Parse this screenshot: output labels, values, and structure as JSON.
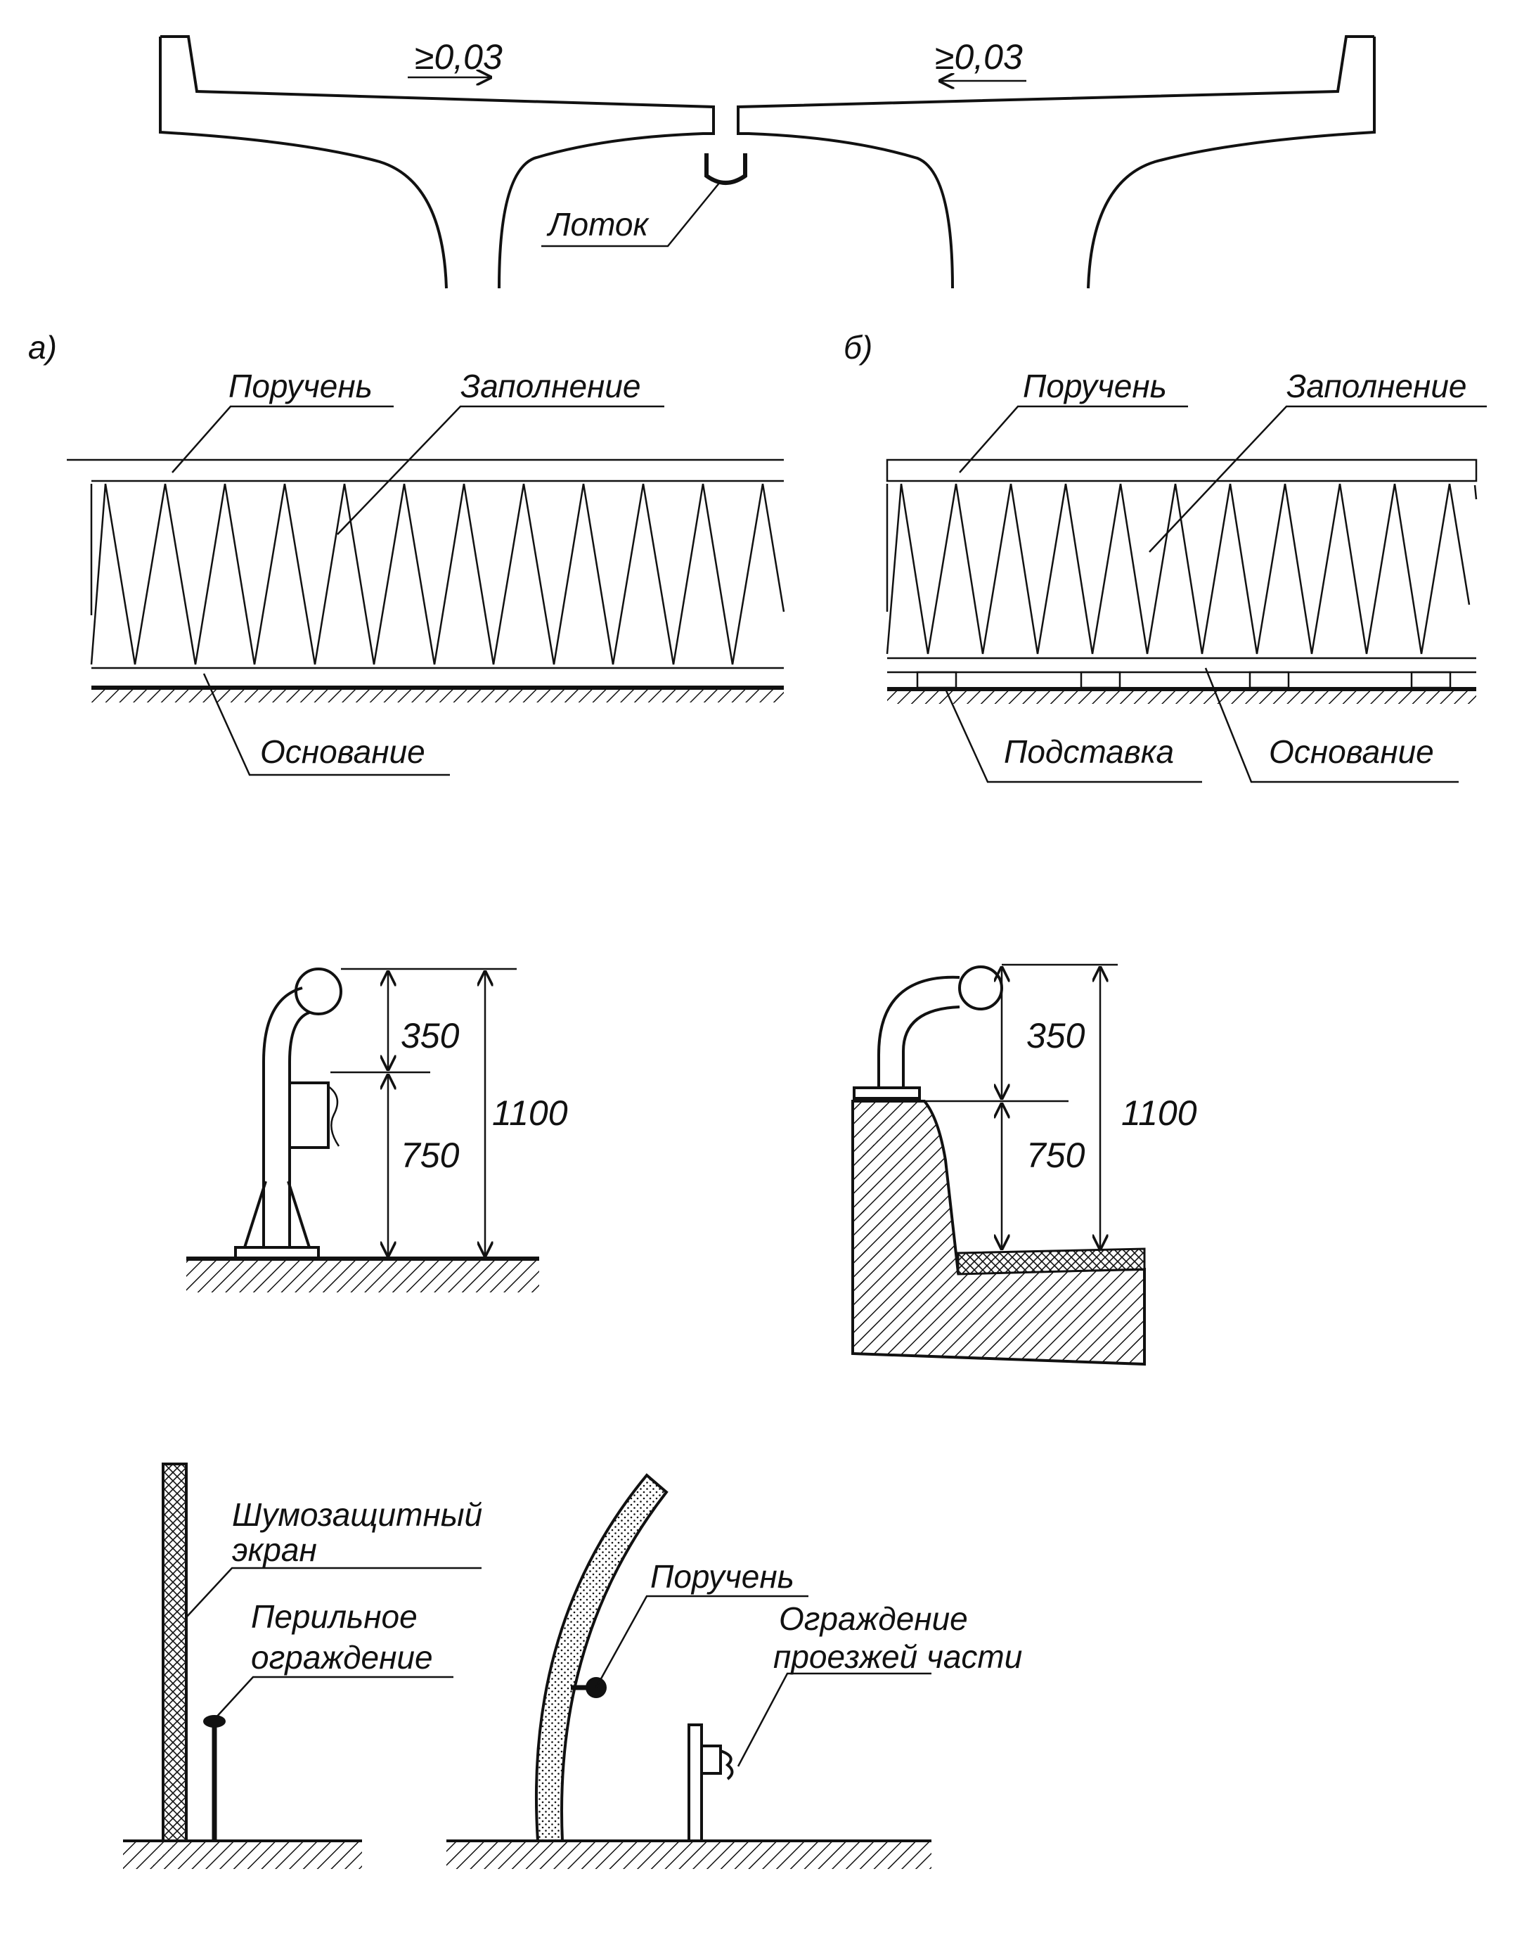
{
  "colors": {
    "ink": "#111111",
    "paper": "#ffffff"
  },
  "top_section": {
    "slope_left": "≥0,03",
    "slope_right": "≥0,03",
    "gutter_label": "Лоток"
  },
  "panel_a": {
    "tag": "а)",
    "handrail_label": "Поручень",
    "infill_label": "Заполнение",
    "base_label": "Основание"
  },
  "panel_b": {
    "tag": "б)",
    "handrail_label": "Поручень",
    "infill_label": "Заполнение",
    "stand_label": "Подставка",
    "base_label": "Основание"
  },
  "dimensions_left": {
    "top": "350",
    "middle": "750",
    "total": "1100"
  },
  "dimensions_right": {
    "top": "350",
    "middle": "750",
    "total": "1100"
  },
  "bottom_section": {
    "noise_screen_label_line1": "Шумозащитный",
    "noise_screen_label_line2": "экран",
    "railing_label_line1": "Перильное",
    "railing_label_line2": "ограждение",
    "handrail_label": "Поручень",
    "road_barrier_label_line1": "Ограждение",
    "road_barrier_label_line2": "проезжей части"
  }
}
